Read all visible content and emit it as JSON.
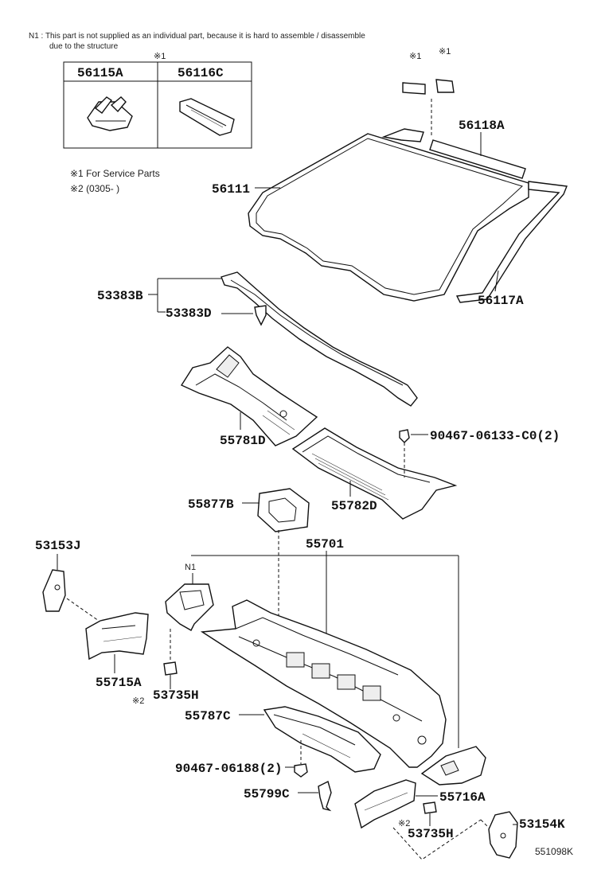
{
  "notes": {
    "n1_line1": "N1 : This part is not supplied as an individual part, because it is hard to assemble / disassemble",
    "n1_line2": "due to the structure",
    "service_parts": "※1 For Service Parts",
    "production_range": "※2 (0305-        )"
  },
  "marks": {
    "m1": "※1",
    "m2": "※2",
    "n1": "N1"
  },
  "inset_table": {
    "col1": "56115A",
    "col2": "56116C"
  },
  "parts": {
    "p56118A": "56118A",
    "p56111": "56111",
    "p56117A": "56117A",
    "p53383B": "53383B",
    "p53383D": "53383D",
    "p90467_06133": "90467-06133-C0(2)",
    "p55781D": "55781D",
    "p55782D": "55782D",
    "p55877B": "55877B",
    "p55701": "55701",
    "p53153J": "53153J",
    "p55715A": "55715A",
    "p53735H_a": "53735H",
    "p55787C": "55787C",
    "p90467_06188": "90467-06188(2)",
    "p55799C": "55799C",
    "p55716A": "55716A",
    "p53735H_b": "53735H",
    "p53154K": "53154K"
  },
  "figure_number": "551098K"
}
